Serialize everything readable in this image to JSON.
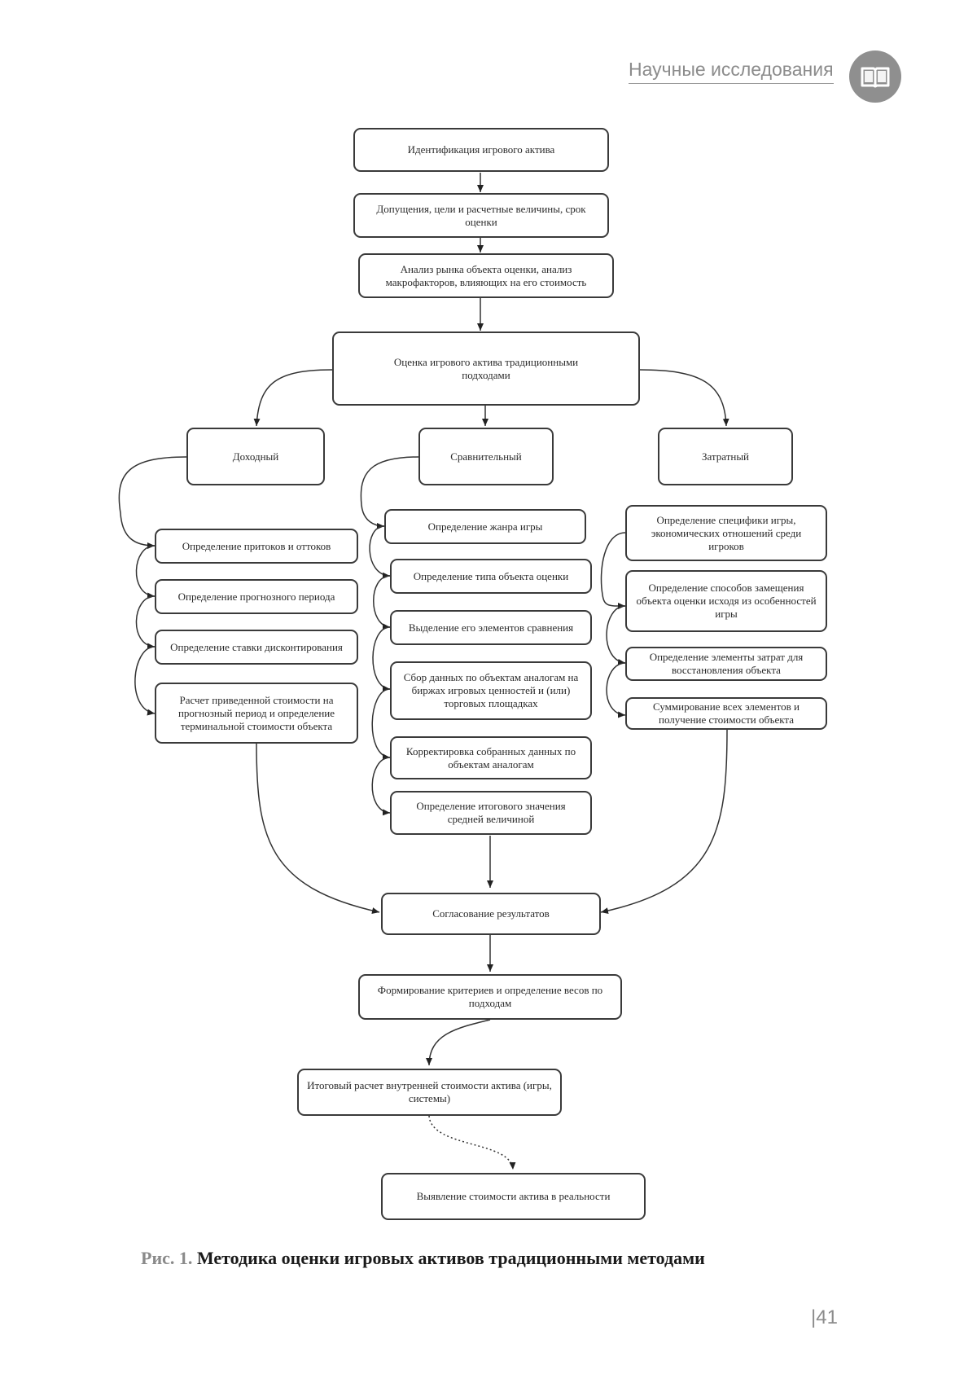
{
  "header": {
    "title": "Научные исследования",
    "icon": "open-book-icon",
    "badge_color": "#8f8f8f"
  },
  "diagram": {
    "nodes": {
      "identification": "Идентификация игрового актива",
      "assumptions": "Допущения, цели и расчетные величины, срок оценки",
      "market_analysis": "Анализ рынка объекта оценки, анализ макрофакторов, влияющих на его стоимость",
      "traditional_valuation": "Оценка игрового актива традиционными подходами",
      "income": "Доходный",
      "comparative": "Сравнительный",
      "cost": "Затратный",
      "income_steps": [
        "Определение притоков и оттоков",
        "Определение прогнозного периода",
        "Определение ставки дисконтирования",
        "Расчет приведенной стоимости на прогнозный период и определение терминальной стоимости объекта"
      ],
      "comparative_steps": [
        "Определение жанра игры",
        "Определение типа объекта оценки",
        "Выделение его элементов сравнения",
        "Сбор данных по объектам аналогам на биржах игровых ценностей и (или) торговых площадках",
        "Корректировка собранных данных по объектам аналогам",
        "Определение итогового значения средней величиной"
      ],
      "cost_steps": [
        "Определение специфики игры, экономических отношений среди игроков",
        "Определение способов замещения объекта оценки исходя из особенностей игры",
        "Определение элементы затрат для восстановления объекта",
        "Суммирование всех элементов и получение стоимости объекта"
      ],
      "reconciliation": "Согласование результатов",
      "criteria": "Формирование критериев и определение весов по подходам",
      "final_calc": "Итоговый расчет внутренней стоимости актива (игры, системы)",
      "real_value": "Выявление стоимости актива в реальности"
    }
  },
  "caption": {
    "number": "Рис. 1.",
    "text": "Методика оценки игровых активов традиционными методами"
  },
  "page_number": "|41"
}
